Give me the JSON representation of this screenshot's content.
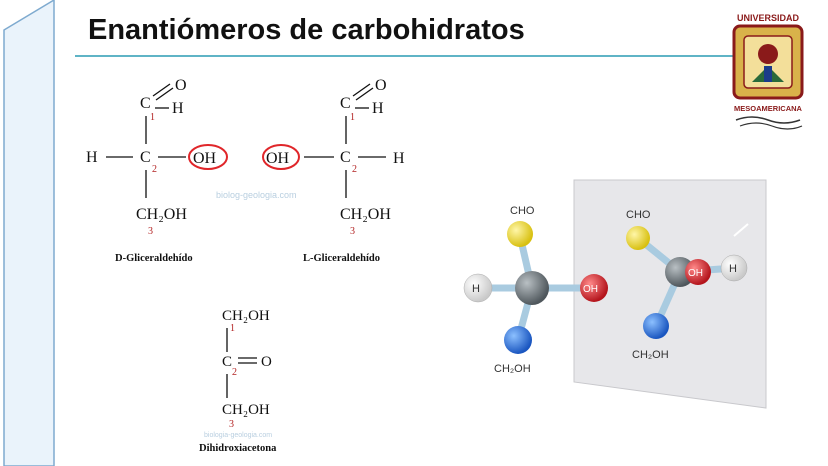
{
  "title": "Enantiómeros de carbohidratos",
  "logo": {
    "top_text": "UNIVERSIDAD",
    "bottom_text": "MESOAMERICANA"
  },
  "d_glyceraldehyde": {
    "caption": "D-Gliceraldehído",
    "aldehyde_c": "C",
    "aldehyde_o": "O",
    "aldehyde_h": "H",
    "num1": "1",
    "num2": "2",
    "num3": "3",
    "left_group": "H",
    "center_c": "C",
    "right_group": "OH",
    "bottom_group": "CH₂OH"
  },
  "l_glyceraldehyde": {
    "caption": "L-Gliceraldehído",
    "aldehyde_c": "C",
    "aldehyde_o": "O",
    "aldehyde_h": "H",
    "num1": "1",
    "num2": "2",
    "num3": "3",
    "left_group": "OH",
    "center_c": "C",
    "right_group": "H",
    "bottom_group": "CH₂OH"
  },
  "dihydroxyacetone": {
    "caption": "Dihidroxiacetona",
    "top_group": "CH₂OH",
    "center_c": "C",
    "ketone_o": "O",
    "bottom_group": "CH₂OH",
    "num1": "1",
    "num2": "2",
    "num3": "3"
  },
  "watermarks": {
    "upper": "biolog-geologia.com",
    "lower": "biologia-geologia.com"
  },
  "mirror_models": {
    "left": {
      "top": "CHO",
      "left": "H",
      "right": "OH",
      "bottom": "CH₂OH"
    },
    "right": {
      "top": "CHO",
      "left": "OH",
      "right": "H",
      "bottom": "CH₂OH"
    }
  },
  "colors": {
    "title_rule": "#5fb4c6",
    "highlight": "#e0262a",
    "atom_number": "#b22222",
    "carbon": "#6b7378",
    "cho": "#e8d21a",
    "oh": "#d0202a",
    "h": "#f2f2f2",
    "ch2oh": "#2a6fd6",
    "bond": "#a9cbe0",
    "mirror": "#e7e7ea",
    "logo_red": "#8a1a1a"
  }
}
